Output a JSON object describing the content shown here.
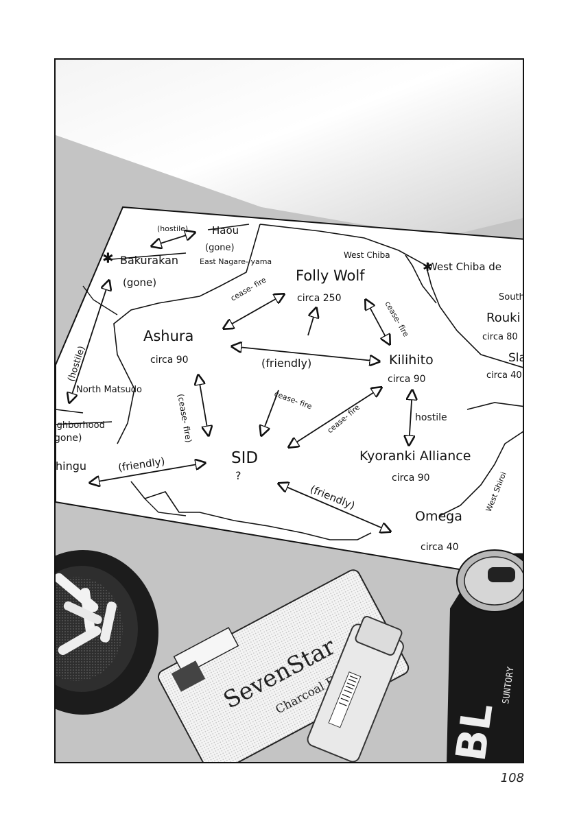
{
  "page_number": "108",
  "map": {
    "territories": [
      {
        "name": "Folly Wolf",
        "size": "circa 250"
      },
      {
        "name": "Ashura",
        "size": "circa 90"
      },
      {
        "name": "Kilihito",
        "size": "circa 90"
      },
      {
        "name": "Kyoranki Alliance",
        "size": "circa 90"
      },
      {
        "name": "SID",
        "size": "?"
      },
      {
        "name": "Omega",
        "size": "circa 40"
      },
      {
        "name": "Rouki",
        "size": "circa 80"
      },
      {
        "name": "Sla",
        "size": "circa 40"
      }
    ],
    "crossed_out": [
      {
        "name": "Haou",
        "status": "(gone)"
      },
      {
        "name": "Bakurakan",
        "status": "(gone)"
      },
      {
        "name": "ighborhood",
        "status": "gone)"
      }
    ],
    "areas": [
      "West Chiba",
      "West Chiba de",
      "South",
      "East Nagare- yama",
      "North Matsudo",
      "West Shiroi",
      "hingu"
    ],
    "relations": [
      "(hostile)",
      "cease- fire",
      "cease- fire",
      "(friendly)",
      "cease- fire",
      "cease- fire",
      "(cease- fire)",
      "hostile",
      "(friendly)",
      "(friendly)",
      "(hostile)"
    ]
  },
  "props": {
    "cigarettes_brand": "SevenStar",
    "cigarettes_sub": "Charcoal Filter",
    "can_brand": "SUNTORY",
    "can_big": "BL"
  },
  "colors": {
    "ink": "#111111",
    "paper": "#ffffff",
    "table": "#c4c4c4"
  }
}
